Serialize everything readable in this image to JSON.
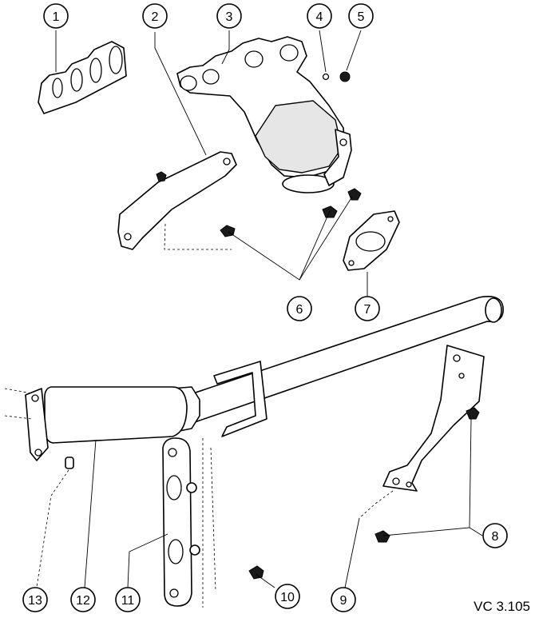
{
  "callouts": [
    "1",
    "2",
    "3",
    "4",
    "5",
    "6",
    "7",
    "8",
    "9",
    "10",
    "11",
    "12",
    "13"
  ],
  "reference": "VC 3.105",
  "colors": {
    "ink": "#000000",
    "paper": "#ffffff"
  }
}
